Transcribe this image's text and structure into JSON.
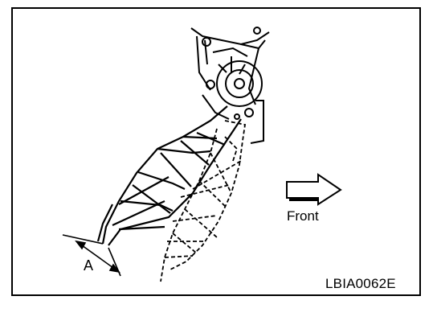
{
  "labels": {
    "front": "Front",
    "dimension": "A",
    "figure_code": "LBIA0062E"
  },
  "colors": {
    "ink": "#000000",
    "paper": "#ffffff"
  },
  "icons": {
    "direction": "front-arrow-icon"
  }
}
